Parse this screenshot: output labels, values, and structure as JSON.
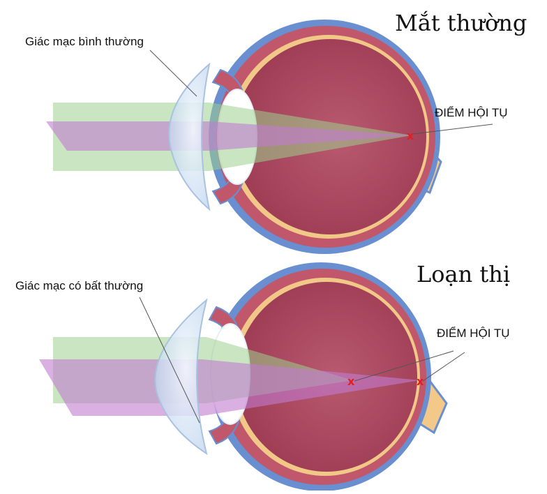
{
  "panels": [
    {
      "title": "Mắt thường",
      "cornea_label": "Giác mạc bình thường",
      "focus_label": "ĐIỂM HỘI TỤ"
    },
    {
      "title": "Loạn thị",
      "cornea_label": "Giác mạc có bất thường",
      "focus_label": "ĐIỂM HỘI TỤ"
    }
  ],
  "colors": {
    "eyeball_fill": "#b4485e",
    "sclera_outer": "#6a8fd0",
    "choroid": "#c0576a",
    "retina_line": "#f2c888",
    "optic_nerve": "#f3c98a",
    "cornea": "#dbe9f7",
    "green_beam": "#9ccf8e",
    "purple_beam": "#c27bd0",
    "focus_mark": "#e02020"
  }
}
